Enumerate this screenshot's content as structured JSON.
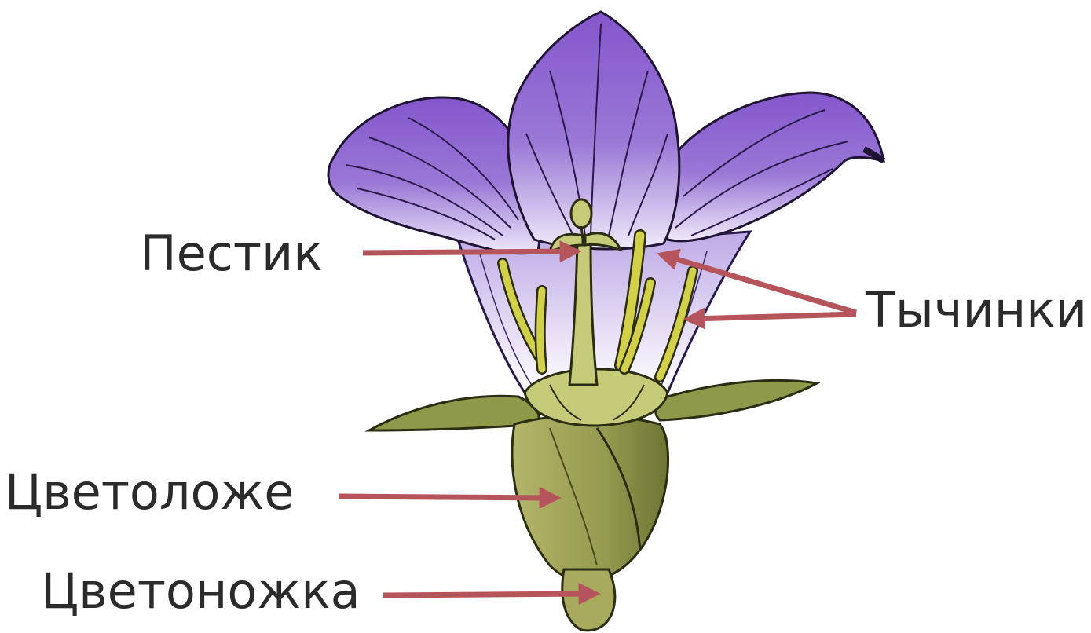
{
  "labels": {
    "pistil": "Пестик",
    "stamens": "Тычинки",
    "receptacle": "Цветоложе",
    "pedicel": "Цветоножка"
  },
  "colors": {
    "petal": "#8a5fcf",
    "petal_dark": "#6b45b0",
    "petal_light": "#e4dcf6",
    "vein": "#2a1a4a",
    "sepal": "#8e9a4a",
    "receptacle": "#9ea45a",
    "stamen": "#d2cf4a",
    "arrow": "#b5545a",
    "text": "#2b2b2b"
  }
}
